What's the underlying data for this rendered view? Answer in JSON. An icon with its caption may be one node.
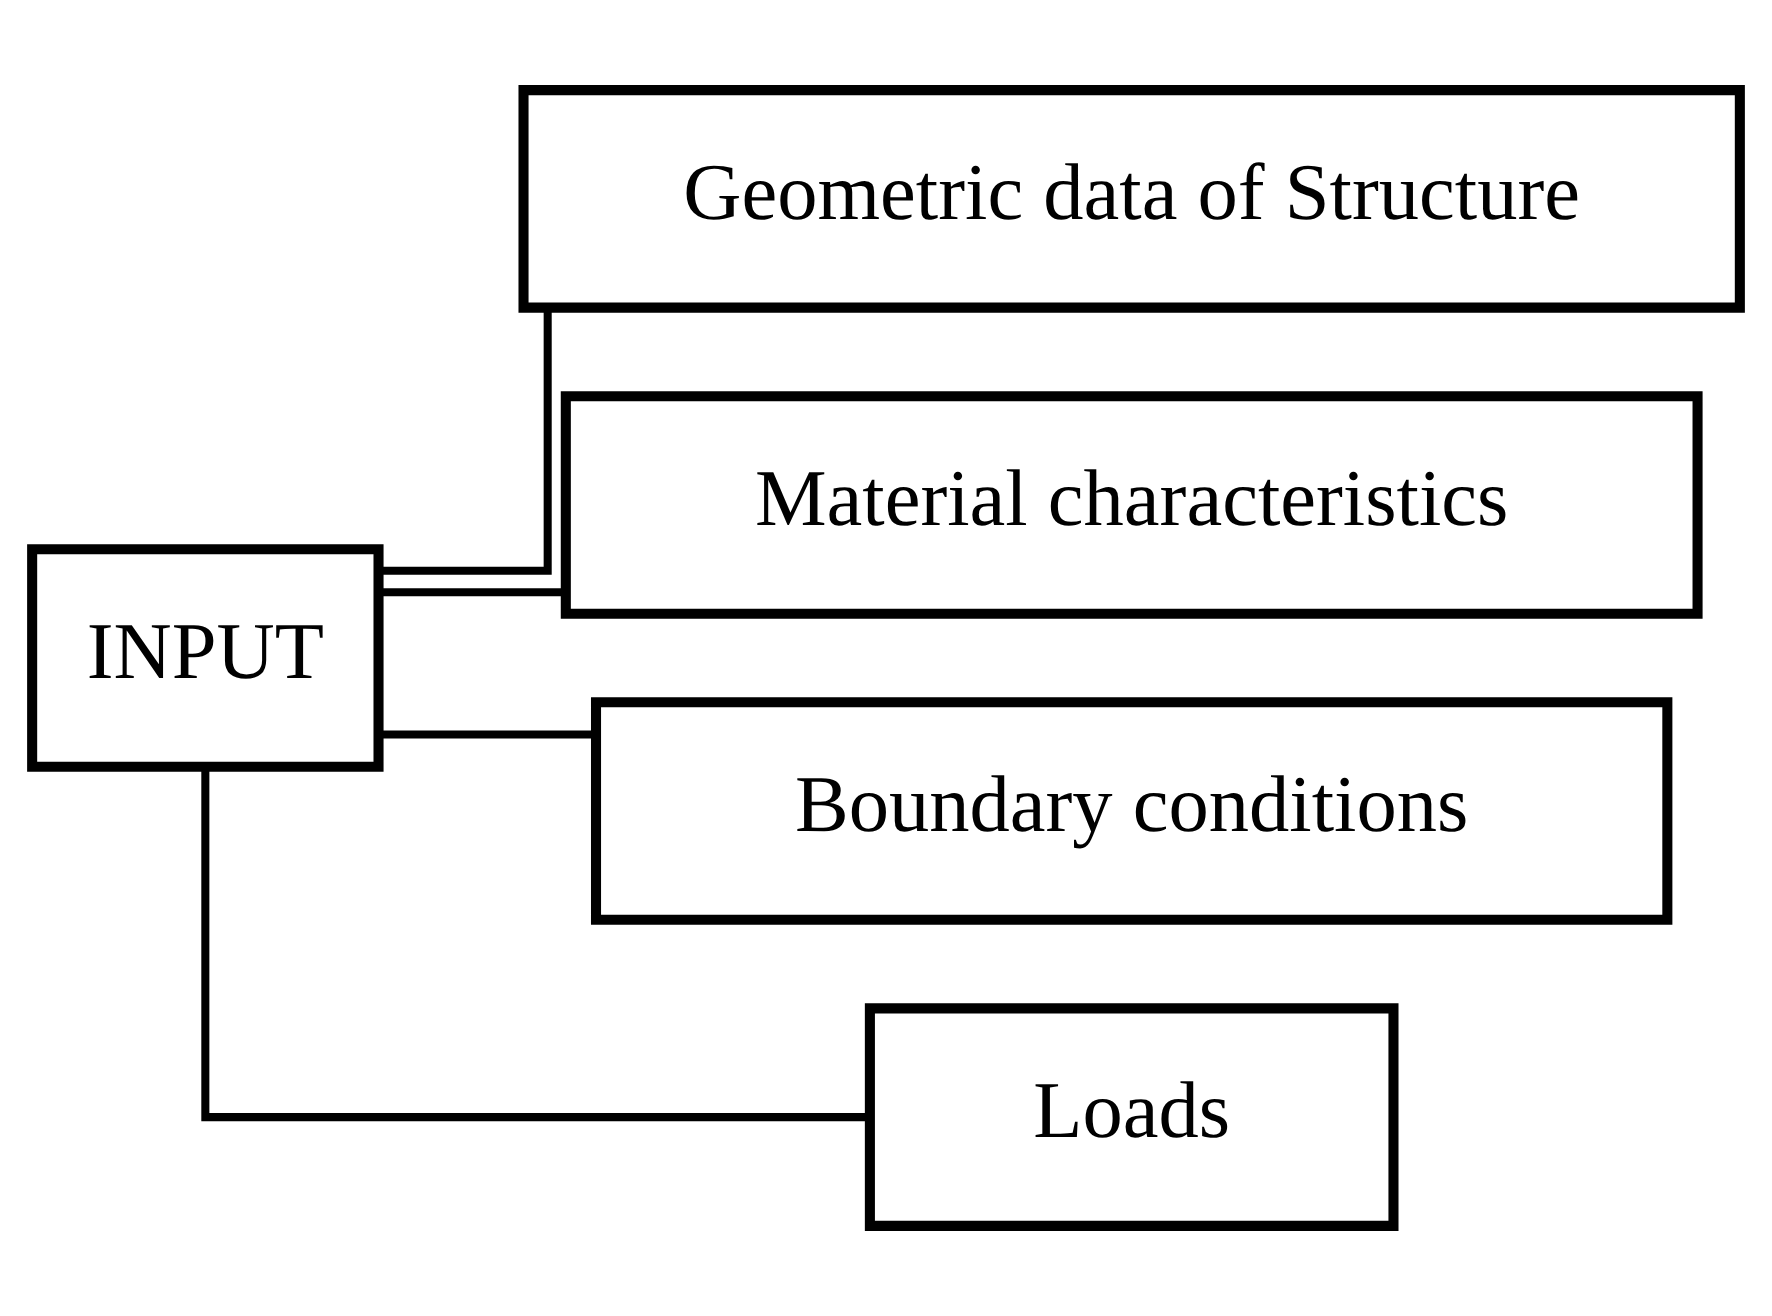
{
  "diagram": {
    "nodes": [
      {
        "text": [
          "INPUT"
        ]
      },
      {
        "text": [
          "Geometric data of Structure"
        ]
      },
      {
        "text": [
          "Material characteristics"
        ]
      },
      {
        "text": [
          "Boundary conditions"
        ]
      },
      {
        "text": [
          "Loads"
        ]
      }
    ],
    "edges": [
      {
        "from": 0,
        "to": 1,
        "arrow": "none"
      },
      {
        "from": 0,
        "to": 2,
        "arrow": "none"
      },
      {
        "from": 0,
        "to": 3,
        "arrow": "none"
      },
      {
        "from": 0,
        "to": 4,
        "arrow": "none"
      }
    ]
  }
}
